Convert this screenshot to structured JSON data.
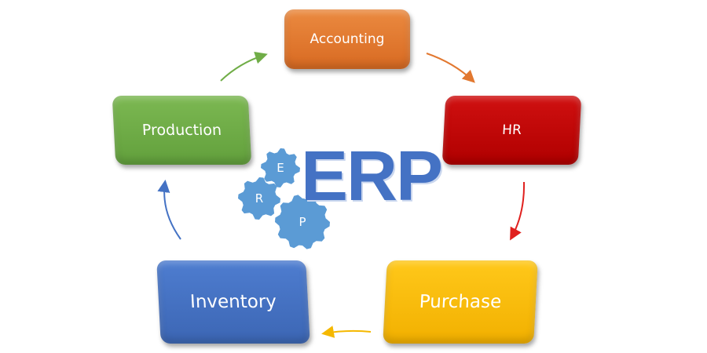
{
  "diagram": {
    "center_title": "ERP",
    "gear_letters": [
      "E",
      "R",
      "P"
    ],
    "nodes": [
      {
        "id": "accounting",
        "label": "Accounting",
        "color": "#E27830"
      },
      {
        "id": "hr",
        "label": "HR",
        "color": "#C00000"
      },
      {
        "id": "purchase",
        "label": "Purchase",
        "color": "#FFC000"
      },
      {
        "id": "inventory",
        "label": "Inventory",
        "color": "#4472C4"
      },
      {
        "id": "production",
        "label": "Production",
        "color": "#70AD47"
      }
    ],
    "edges": [
      {
        "from": "production",
        "to": "accounting"
      },
      {
        "from": "accounting",
        "to": "hr"
      },
      {
        "from": "hr",
        "to": "purchase"
      },
      {
        "from": "purchase",
        "to": "inventory"
      },
      {
        "from": "inventory",
        "to": "production"
      }
    ],
    "gear_color": "#5B9BD5"
  }
}
